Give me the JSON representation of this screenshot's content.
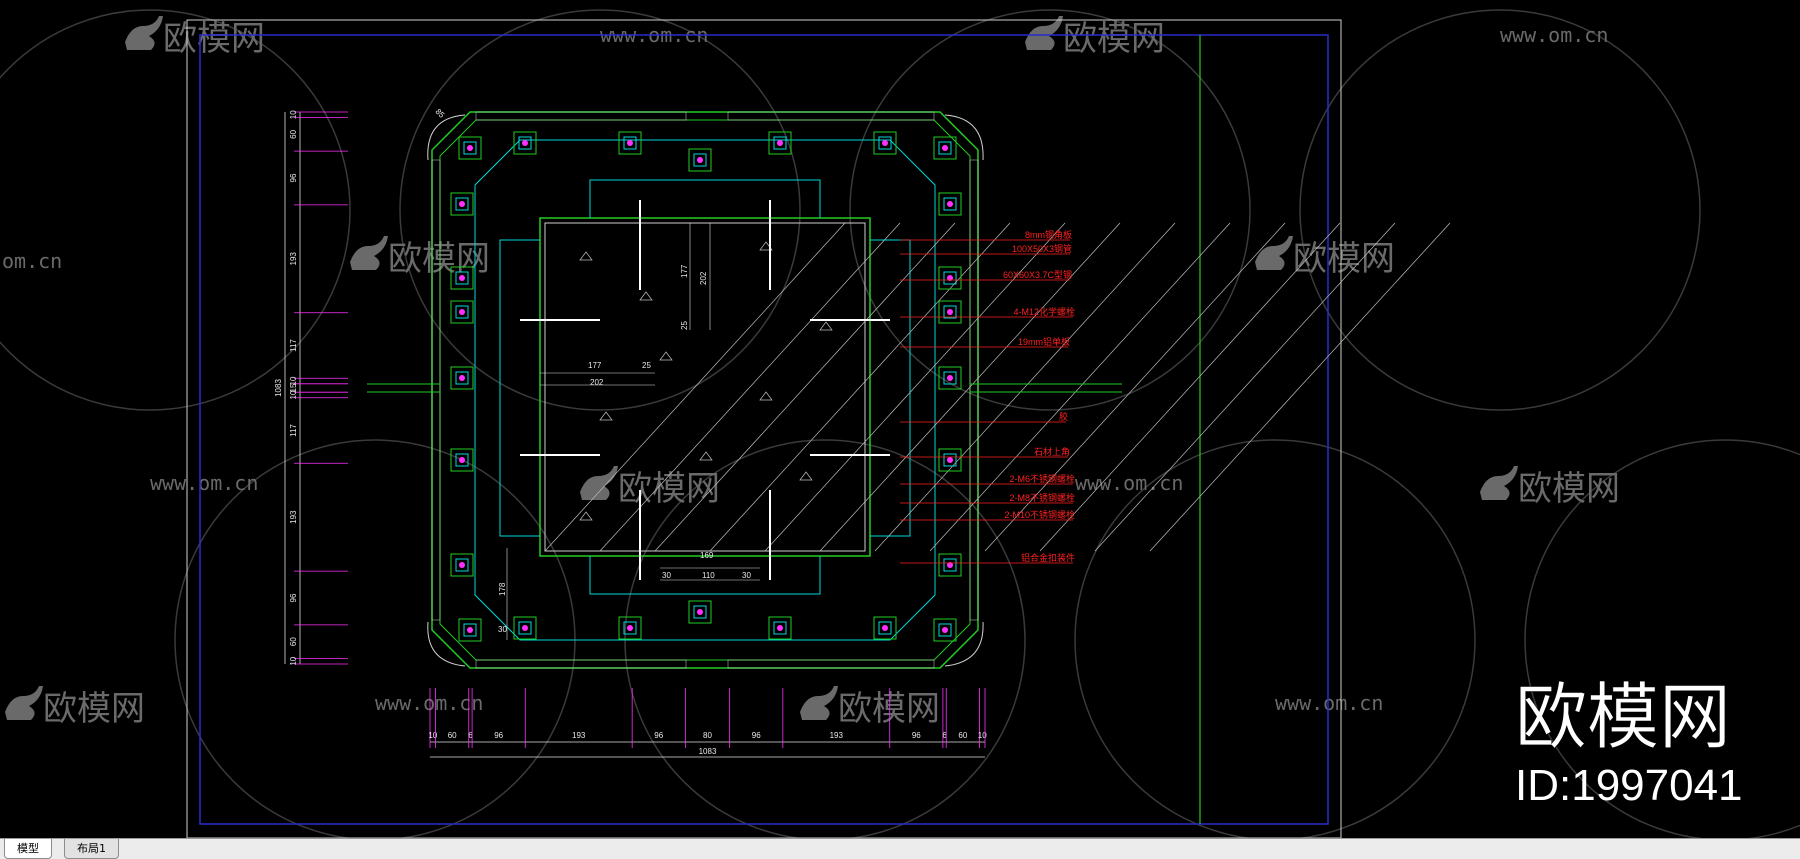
{
  "tabs": [
    {
      "label": "模型",
      "active": true
    },
    {
      "label": "布局1",
      "active": false
    }
  ],
  "watermark": {
    "brand": "欧模网",
    "url": "www.om.cn",
    "url_fragment": "om.cn",
    "big_brand": "欧模网",
    "id": "ID:1997041"
  },
  "drawing": {
    "bottom_dims": [
      "10",
      "60",
      "6",
      "96",
      "193",
      "96",
      "80",
      "96",
      "193",
      "96",
      "6",
      "60",
      "10"
    ],
    "bottom_total": "1083",
    "left_dims": [
      "10",
      "60",
      "96",
      "193",
      "117",
      "10",
      "15",
      "10",
      "117",
      "193",
      "96",
      "60",
      "10"
    ],
    "left_total": "1083",
    "inner_dims": {
      "d177": "177",
      "d25": "25",
      "d202": "202",
      "d202v": "202",
      "d177v": "177",
      "d25v": "25",
      "d169": "169",
      "d30a": "30",
      "d110": "110",
      "d30b": "30",
      "d178": "178",
      "d85": "85",
      "d30c": "30"
    },
    "callouts": [
      "8mm钢角板",
      "100X50X3钢管",
      "60X60X3.7C型钢",
      "4-M12化学螺栓",
      "19mm铝单板",
      "胶",
      "石材上角",
      "2-M6不锈钢螺栓",
      "2-M8不锈钢螺栓",
      "2-M10不锈钢螺栓",
      "铝合金扣装件"
    ]
  },
  "colors": {
    "background": "#000000",
    "frame_blue": "#2a2acc",
    "outline_green": "#22cc22",
    "cyan": "#00d8d8",
    "magenta": "#ff30ff",
    "red": "#ff2020",
    "watermark": "#6a6a6a"
  }
}
